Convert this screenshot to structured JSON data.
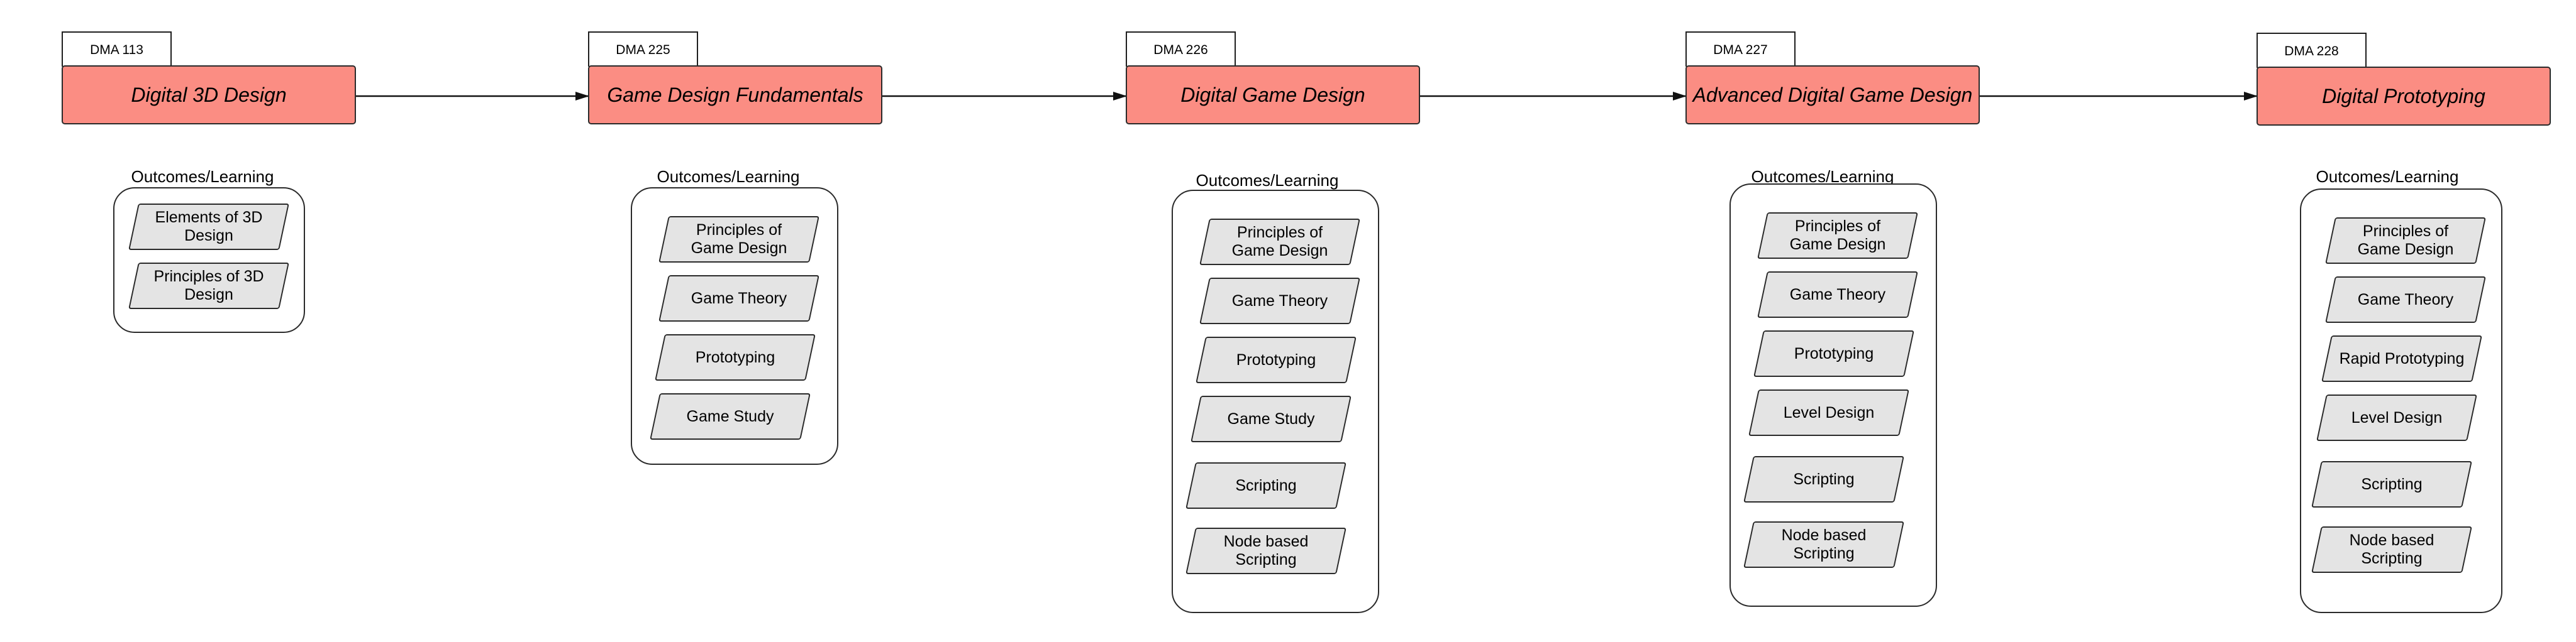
{
  "courses": [
    {
      "code": "DMA 113",
      "title": "Digital 3D Design",
      "outcomes_label": "Outcomes/Learning",
      "items": [
        "Elements of 3D Design",
        "Principles of 3D Design"
      ]
    },
    {
      "code": "DMA 225",
      "title": "Game Design Fundamentals",
      "outcomes_label": "Outcomes/Learning",
      "items": [
        "Principles of Game Design",
        "Game Theory",
        "Prototyping",
        "Game Study"
      ]
    },
    {
      "code": "DMA 226",
      "title": "Digital Game Design",
      "outcomes_label": "Outcomes/Learning",
      "items": [
        "Principles of Game Design",
        "Game Theory",
        "Prototyping",
        "Game Study",
        "Scripting",
        "Node based Scripting"
      ]
    },
    {
      "code": "DMA 227",
      "title": "Advanced Digital Game Design",
      "outcomes_label": "Outcomes/Learning",
      "items": [
        "Principles of Game Design",
        "Game Theory",
        "Prototyping",
        "Level Design",
        "Scripting",
        "Node based Scripting"
      ]
    },
    {
      "code": "DMA 228",
      "title": "Digital Prototyping",
      "outcomes_label": "Outcomes/Learning",
      "items": [
        "Principles of Game Design",
        "Game Theory",
        "Rapid Prototyping",
        "Level Design",
        "Scripting",
        "Node based Scripting"
      ]
    }
  ],
  "colors": {
    "title_fill": "#fb8d83",
    "item_fill": "#e4e4e4",
    "stroke": "#2a2a2a"
  }
}
